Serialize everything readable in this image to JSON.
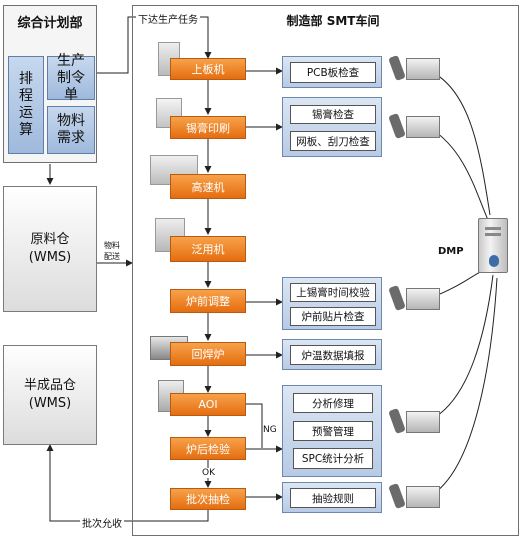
{
  "planning": {
    "title": "综合计划部",
    "scheduling": "排程运算",
    "production_order": "生产制令单",
    "material_demand": "物料需求"
  },
  "raw_warehouse": {
    "label": "原料仓\n(WMS)"
  },
  "semi_warehouse": {
    "label": "半成品仓\n(WMS)"
  },
  "smt": {
    "title": "制造部 SMT车间"
  },
  "flow_labels": {
    "issue_task": "下达生产任务",
    "material_delivery": "物料\n配送",
    "batch_release": "批次允收",
    "ok": "OK",
    "ng": "NG"
  },
  "steps": [
    "上板机",
    "锡膏印刷",
    "高速机",
    "泛用机",
    "炉前调整",
    "回焊炉",
    "AOI",
    "炉后检验",
    "批次抽检"
  ],
  "checks": {
    "loader": [
      "PCB板检查"
    ],
    "printer": [
      "锡膏检查",
      "网板、刮刀检查"
    ],
    "pre_oven": [
      "上锡膏时间校验",
      "炉前贴片检查"
    ],
    "oven": [
      "炉温数据填报"
    ],
    "post": [
      "分析修理",
      "预警管理",
      "SPC统计分析"
    ],
    "sampling": [
      "抽验规则"
    ]
  },
  "server": {
    "label": "DMP"
  },
  "colors": {
    "step_orange": "#ee7f22",
    "panel_blue": "#b8cbe5"
  }
}
